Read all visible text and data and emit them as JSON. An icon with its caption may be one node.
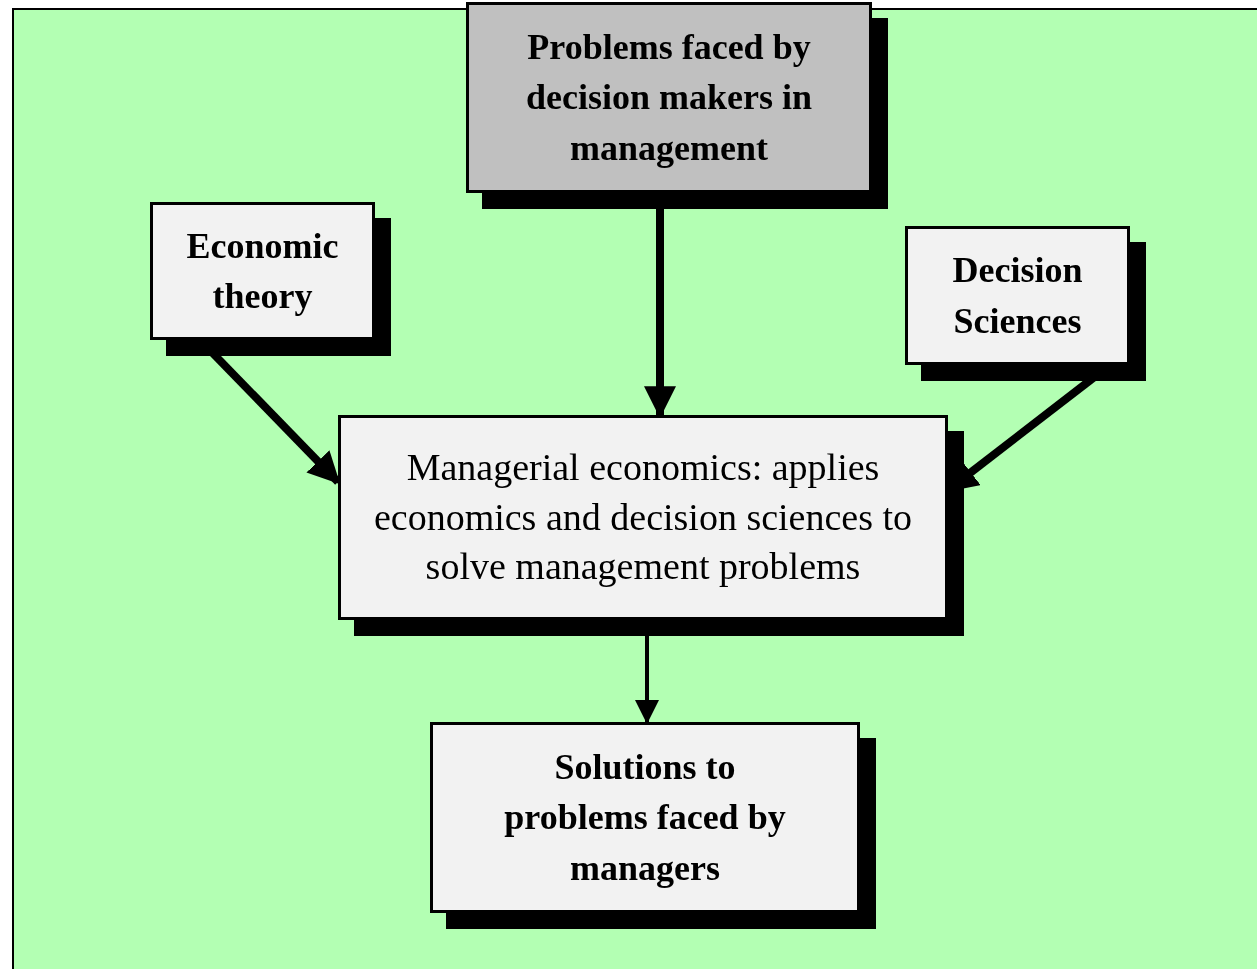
{
  "diagram": {
    "nodes": [
      {
        "text": [
          "Problems faced by decision makers in management"
        ]
      },
      {
        "text": [
          "Economic theory"
        ]
      },
      {
        "text": [
          "Decision Sciences"
        ]
      },
      {
        "text": [
          "Managerial economics: applies economics and decision sciences to solve management problems"
        ]
      },
      {
        "text": [
          "Solutions to problems faced by managers"
        ]
      }
    ],
    "edges": [
      {
        "from": 0,
        "to": 3,
        "arrow": "to"
      },
      {
        "from": 1,
        "to": 3,
        "arrow": "to"
      },
      {
        "from": 2,
        "to": 3,
        "arrow": "to"
      },
      {
        "from": 3,
        "to": 4,
        "arrow": "to"
      }
    ]
  }
}
